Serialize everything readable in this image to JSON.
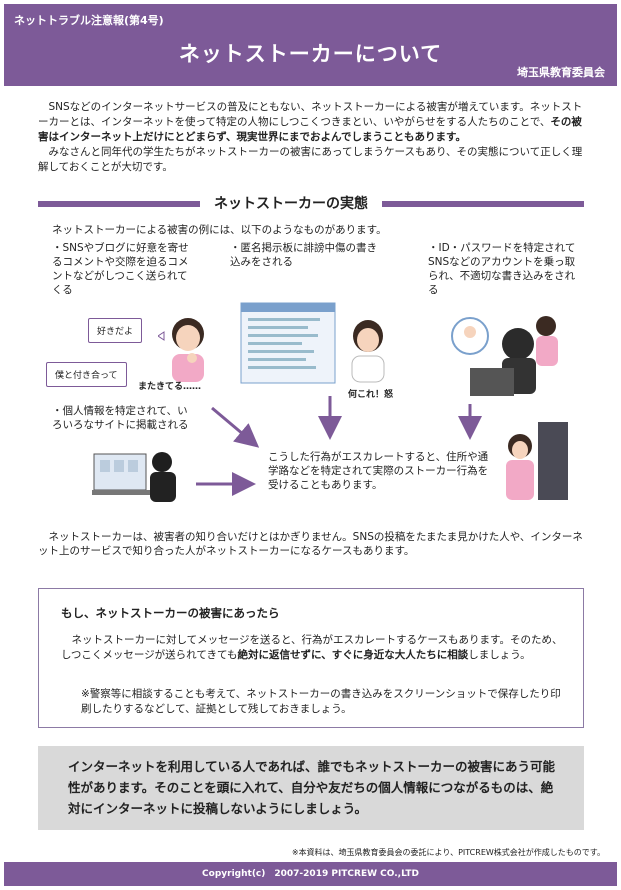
{
  "header": {
    "issue": "ネットトラブル注意報(第4号)",
    "title": "ネットストーカーについて",
    "org": "埼玉県教育委員会"
  },
  "intro": {
    "p1_a": "SNSなどのインターネットサービスの普及にともない、ネットストーカーによる被害が増えています。ネットストーカーとは、インターネットを使って特定の人物にしつこくつきまとい、いやがらせをする人たちのことで、",
    "p1_b": "その被害はインターネット上だけにとどまらず、現実世界にまでおよんでしまうこともあります。",
    "p2": "みなさんと同年代の学生たちがネットストーカーの被害にあってしまうケースもあり、その実態について正しく理解しておくことが大切です。"
  },
  "section": {
    "title": "ネットストーカーの実態",
    "lead": "ネットストーカーによる被害の例には、以下のようなものがあります。",
    "example1": "・SNSやブログに好意を寄せるコメントや交際を迫るコメントなどがしつこく送られてくる",
    "example2": "・匿名掲示板に誹謗中傷の書き込みをされる",
    "example3": "・ID・パスワードを特定されてSNSなどのアカウントを乗っ取られ、不適切な書き込みをされる",
    "example4": "・個人情報を特定されて、いろいろなサイトに掲載される",
    "bubble1": "好きだよ",
    "bubble2": "僕と付き合って",
    "caption1": "またきてる……",
    "caption2": "何これ！怒",
    "escalation": "こうした行為がエスカレートすると、住所や通学路などを特定されて実際のストーカー行為を受けることもあります。",
    "closing": "ネットストーカーは、被害者の知り合いだけとはかぎりません。SNSの投稿をたまたま見かけた人や、インターネット上のサービスで知り合った人がネットストーカーになるケースもあります。"
  },
  "notice": {
    "title": "もし、ネットストーカーの被害にあったら",
    "body_a": "ネットストーカーに対してメッセージを送ると、行為がエスカレートするケースもあります。そのため、しつこくメッセージが送られてきても",
    "body_b": "絶対に返信せずに、すぐに身近な大人たちに相談",
    "body_c": "しましょう。",
    "note": "※警察等に相談することも考えて、ネットストーカーの書き込みをスクリーンショットで保存したり印刷したりするなどして、証拠として残しておきましょう。"
  },
  "summary": "インターネットを利用している人であれば、誰でもネットストーカーの被害にあう可能性があります。そのことを頭に入れて、自分や友だちの個人情報につながるものは、絶対にインターネットに投稿しないようにしましょう。",
  "footnote": "※本資料は、埼玉県教育委員会の委託により、PITCREW株式会社が作成したものです。",
  "footer": "Copyright(c)　2007-2019 PITCREW CO.,LTD",
  "colors": {
    "accent": "#7d5a98",
    "summary_bg": "#d9d9d9"
  }
}
